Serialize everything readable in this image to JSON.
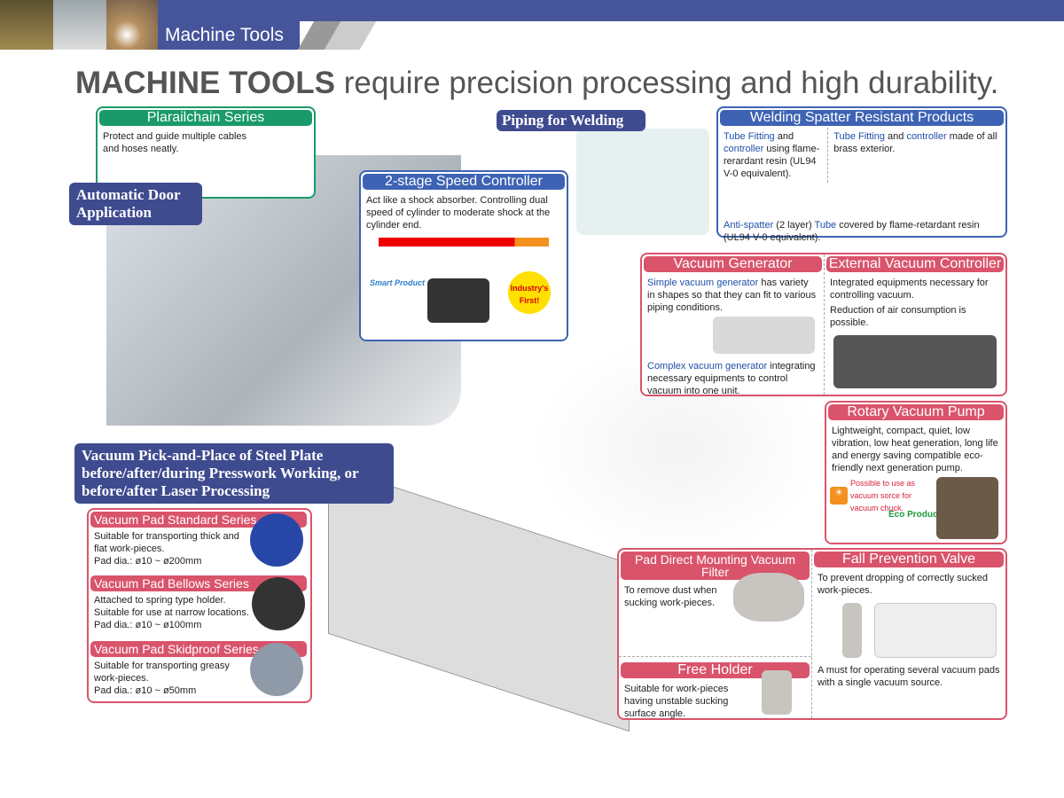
{
  "header": {
    "section_title": "Machine Tools",
    "brand_color": "#46559a"
  },
  "headline": {
    "bold": "MACHINE TOOLS",
    "rest": " require precision processing and high durability."
  },
  "callouts": {
    "automatic_door": "Automatic Door Application",
    "piping_welding": "Piping for Welding",
    "vacuum_pick": "Vacuum Pick-and-Place of Steel Plate before/after/during Presswork Working, or before/after Laser Processing"
  },
  "plarailchain": {
    "title": "Plarailchain Series",
    "text": "Protect and guide multiple cables and hoses neatly."
  },
  "speed_controller": {
    "title": "2-stage Speed Controller",
    "text": "Act like a shock absorber.  Controlling dual speed of cylinder to moderate shock at the cylinder end.",
    "badge_smart": "Smart Product",
    "badge_first": "Industry's First!"
  },
  "welding": {
    "title": "Welding Spatter Resistant Products",
    "left_a": "Tube Fitting",
    "left_and": " and ",
    "left_b": "controller",
    "left_text": "using flame-rerardant resin (UL94 V-0 equivalent).",
    "right_a": "Tube Fitting",
    "right_and": " and ",
    "right_b": "controller",
    "right_text": "made of all brass exterior.",
    "tube_a": "Anti-spatter",
    "tube_mid": " (2 layer) ",
    "tube_b": "Tube",
    "tube_text": " covered by flame-retardant resin (UL94 V-0 equivalent)."
  },
  "vacuum_generator": {
    "title": "Vacuum Generator",
    "simple": "Simple vacuum generator",
    "simple_text": " has variety in shapes so that they can fit to various piping conditions.",
    "complex": "Complex vacuum generator",
    "complex_text": " integrating necessary equipments to control vacuum into one unit."
  },
  "external_controller": {
    "title": "External Vacuum Controller",
    "text1": "Integrated equipments necessary for controlling vacuum.",
    "text2": "Reduction of air consumption is possible."
  },
  "rotary_pump": {
    "title": "Rotary Vacuum Pump",
    "text": "Lightweight, compact, quiet, low vibration, low heat generation, long life and energy saving compatible eco-friendly next generation pump.",
    "note": "Possible to use as vacuum sorce for vacuum chuck.",
    "eco": "Eco Product"
  },
  "pads": [
    {
      "title": "Vacuum Pad Standard Series",
      "text": "Suitable for transporting thick and flat work-pieces.",
      "dia": "Pad dia.: ø10 ~ ø200mm",
      "color": "#2747a8"
    },
    {
      "title": "Vacuum Pad Bellows Series",
      "text": "Attached to spring type holder. Suitable for use at narrow locations.",
      "dia": "Pad dia.: ø10 ~ ø100mm",
      "color": "#333333"
    },
    {
      "title": "Vacuum Pad Skidproof Series",
      "text": "Suitable for transporting greasy work-pieces.",
      "dia": "Pad dia.: ø10 ~ ø50mm",
      "color": "#8e9aa8"
    }
  ],
  "filter": {
    "title": "Pad Direct Mounting Vacuum Filter",
    "text": "To remove dust when sucking work-pieces."
  },
  "free_holder": {
    "title": "Free Holder",
    "text": "Suitable for work-pieces having unstable sucking surface angle."
  },
  "fall_valve": {
    "title": "Fall Prevention Valve",
    "text1": "To prevent dropping of correctly sucked work-pieces.",
    "text2": "A must for operating several vacuum pads with a single vacuum source."
  }
}
